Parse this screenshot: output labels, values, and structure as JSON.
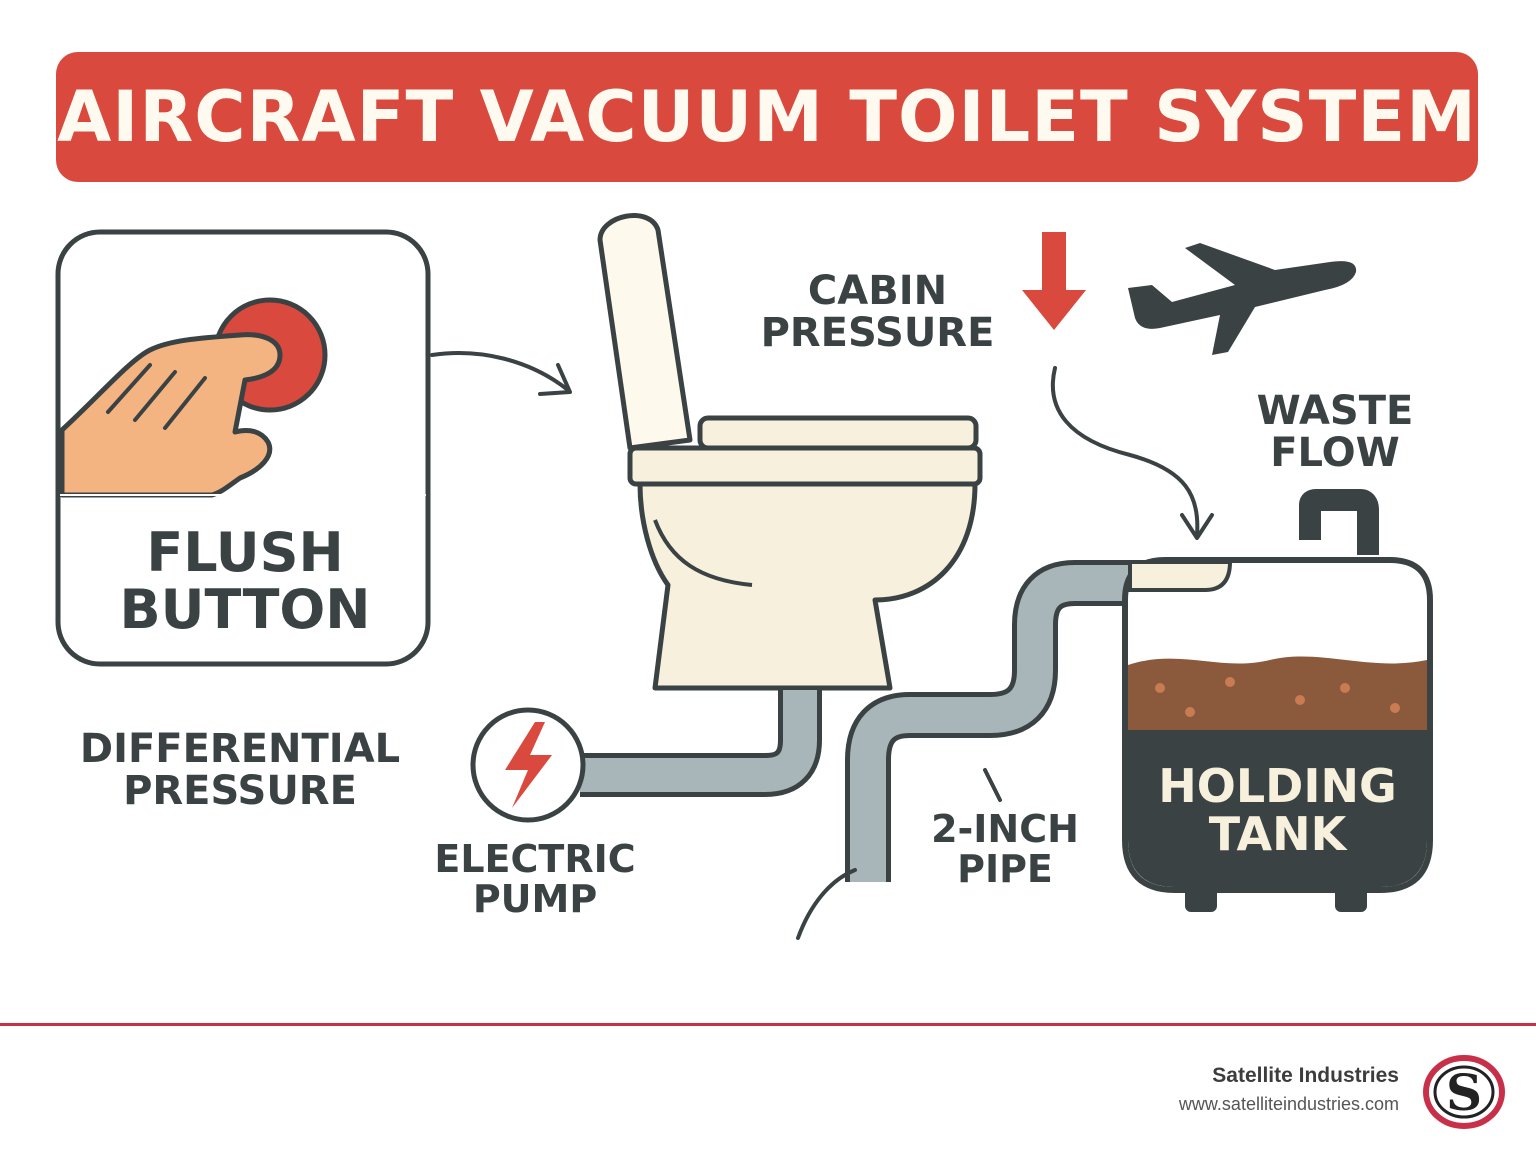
{
  "title": "AIRCRAFT VACUUM TOILET SYSTEM",
  "labels": {
    "flush_button": [
      "FLUSH",
      "BUTTON"
    ],
    "differential_pressure": [
      "DIFFERENTIAL",
      "PRESSURE"
    ],
    "cabin_pressure": [
      "CABIN",
      "PRESSURE"
    ],
    "waste_flow": "WASTE FLOW",
    "electric_pump": [
      "ELECTRIC",
      "PUMP"
    ],
    "pipe": [
      "2-INCH",
      "PIPE"
    ],
    "holding_tank": [
      "HOLDING",
      "TANK"
    ]
  },
  "footer": {
    "company": "Satellite Industries",
    "url": "www.satelliteindustries.com",
    "logo_letter": "S"
  },
  "colors": {
    "accent_red": "#d9493d",
    "dark": "#3b4244",
    "pipe": "#a9b6b9",
    "porcelain": "#f6f0dc",
    "waste": "#8b5a3c",
    "skin": "#f4b482"
  },
  "icons": [
    "hand-pointer-icon",
    "flush-button-icon",
    "toilet-icon",
    "airplane-icon",
    "down-arrow-icon",
    "lightning-bolt-icon",
    "holding-tank-icon",
    "satellite-logo-icon"
  ]
}
